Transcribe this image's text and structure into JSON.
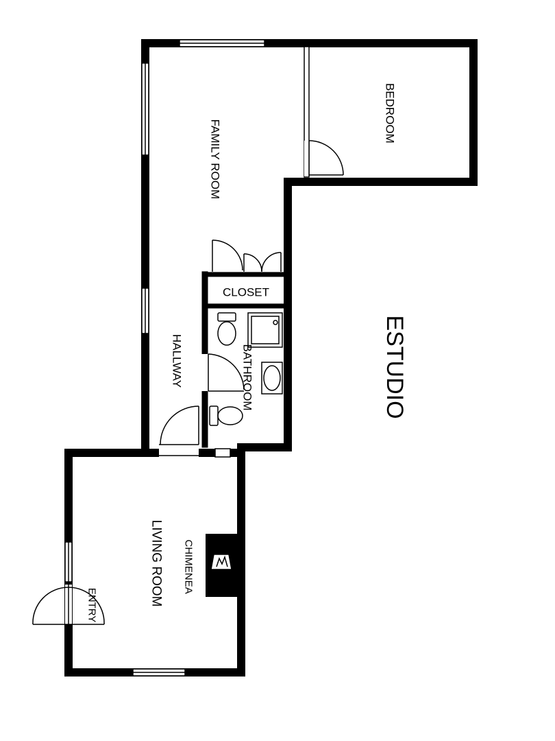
{
  "rooms": {
    "bedroom": "BEDROOM",
    "family_room": "FAMILY ROOM",
    "closet": "CLOSET",
    "estudio": "ESTUDIO",
    "hallway": "HALLWAY",
    "bathroom": "BATHROOM",
    "living_room": "LIVING ROOM",
    "chimenea": "CHIMENEA",
    "entry": "ENTRY"
  }
}
